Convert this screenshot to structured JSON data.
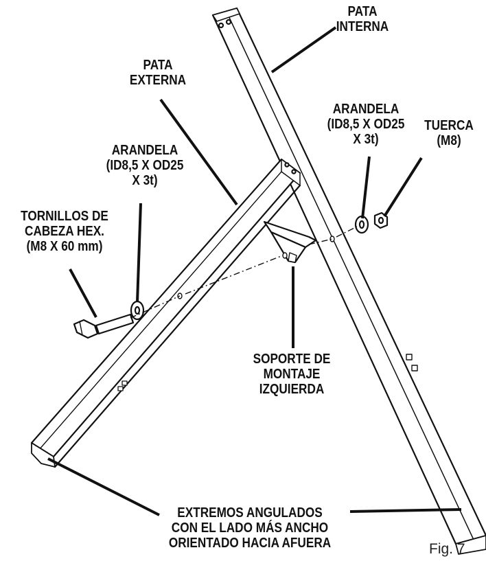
{
  "labels": {
    "pata_interna": [
      "PATA",
      "INTERNA"
    ],
    "pata_externa": [
      "PATA",
      "EXTERNA"
    ],
    "arandela_right": [
      "ARANDELA",
      "(ID8,5 X OD25",
      "X 3t)"
    ],
    "tuerca": [
      "TUERCA",
      "(M8)"
    ],
    "arandela_left": [
      "ARANDELA",
      "(ID8,5 X OD25",
      "X 3t)"
    ],
    "tornillos": [
      "TORNILLOS DE",
      "CABEZA HEX.",
      "(M8 X 60 mm)"
    ],
    "soporte": [
      "SOPORTE DE",
      "MONTAJE",
      "IZQUIERDA"
    ],
    "extremos": [
      "EXTREMOS ANGULADOS",
      "CON EL LADO MÁS ANCHO",
      "ORIENTADO HACIA AFUERA"
    ]
  },
  "figure_label": "Fig. 7",
  "colors": {
    "line": "#111111",
    "fill": "#ffffff",
    "text": "#111111"
  }
}
